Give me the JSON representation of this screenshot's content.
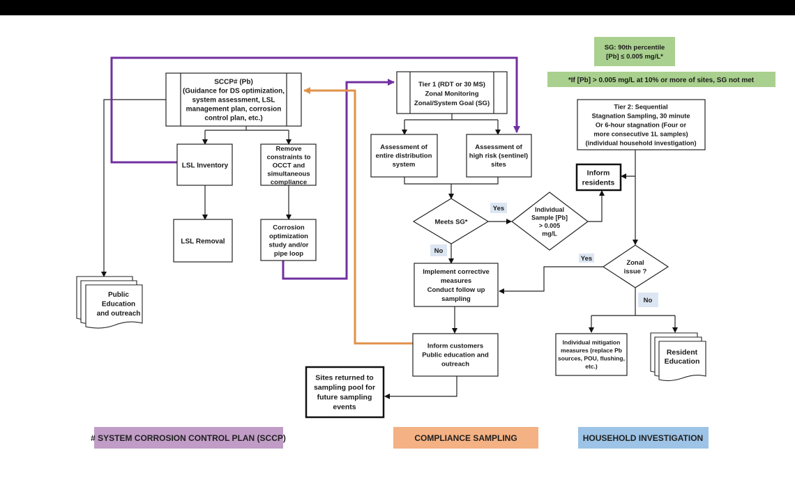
{
  "colors": {
    "purple": "#7030a0",
    "orange": "#e0914a",
    "sg_green": "#a9d08e",
    "note_green": "#a9d08e",
    "label_bg": "#dce6f2",
    "legend_sccp": "#c09cc6",
    "legend_compliance": "#f4b183",
    "legend_household": "#9dc3e6"
  },
  "nodes": {
    "sccp": [
      "SCCP# (Pb)",
      "(Guidance for DS optimization,",
      "system assessment, LSL",
      "management plan, corrosion",
      "control plan, etc.)"
    ],
    "lsl_inventory": [
      "LSL Inventory"
    ],
    "remove_constraints": [
      "Remove",
      "constraints to",
      "OCCT and",
      "simultaneous",
      "compliance"
    ],
    "lsl_removal": [
      "LSL Removal"
    ],
    "corrosion_study": [
      "Corrosion",
      "optimization",
      "study and/or",
      "pipe loop"
    ],
    "public_education": [
      "Public",
      "Education",
      "and outreach"
    ],
    "tier1": [
      "Tier 1 (RDT or 30 MS)",
      "Zonal Monitoring",
      "Zonal/System Goal (SG)"
    ],
    "assess_entire": [
      "Assessment of",
      "entire distribution",
      "system"
    ],
    "assess_high_risk": [
      "Assessment of",
      "high risk (sentinel)",
      "sites"
    ],
    "meets_sg": [
      "Meets SG*"
    ],
    "individual_sample": [
      "Individual",
      "Sample [Pb]",
      "> 0.005",
      "mg/L"
    ],
    "implement_corrective": [
      "Implement corrective",
      "measures",
      "Conduct follow up",
      "sampling"
    ],
    "inform_customers": [
      "Inform customers",
      "Public education and",
      "outreach"
    ],
    "sites_returned": [
      "Sites returned to",
      "sampling pool for",
      "future sampling",
      "events"
    ],
    "tier2": [
      "Tier 2: Sequential",
      "Stagnation Sampling, 30 minute",
      "Or 6-hour stagnation (Four or",
      "more consecutive 1L samples)",
      "(individual household investigation)"
    ],
    "inform_residents": [
      "Inform",
      "residents"
    ],
    "zonal_issue": [
      "Zonal",
      "issue ?"
    ],
    "individual_mitigation": [
      "Individual mitigation",
      "measures (replace Pb",
      "sources, POU, flushing,",
      "etc.)"
    ],
    "resident_education": [
      "Resident",
      "Education"
    ]
  },
  "sg_box": [
    "SG: 90th percentile",
    "[Pb] ≤ 0.005 mg/L*"
  ],
  "note_box": "*If [Pb] > 0.005 mg/L at 10% or more of sites, SG not met",
  "edge_labels": {
    "meets_yes": "Yes",
    "meets_no": "No",
    "zonal_yes": "Yes",
    "zonal_no": "No"
  },
  "legend": {
    "sccp": "# SYSTEM CORROSION CONTROL PLAN (SCCP)",
    "compliance": "COMPLIANCE SAMPLING",
    "household": "HOUSEHOLD INVESTIGATION"
  }
}
